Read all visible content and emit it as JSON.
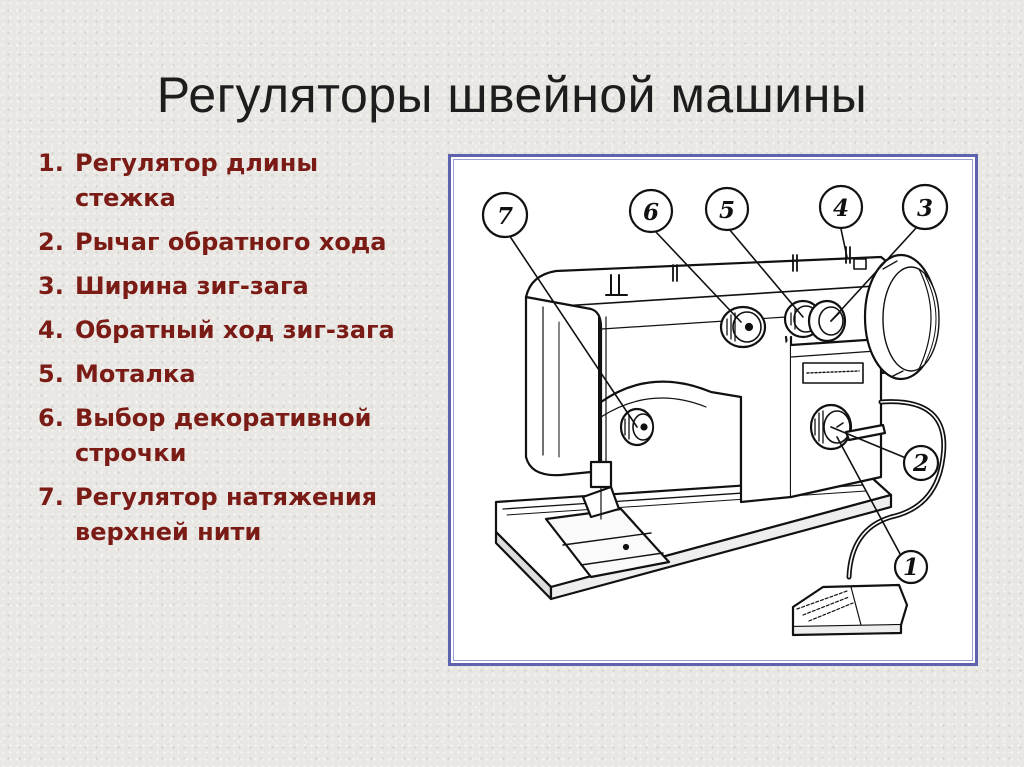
{
  "slide": {
    "title": "Регуляторы швейной машины"
  },
  "legend": [
    {
      "num": "1.",
      "text": "Регулятор длины стежка"
    },
    {
      "num": "2.",
      "text": "Рычаг обратного хода"
    },
    {
      "num": "3.",
      "text": "Ширина зиг-зага"
    },
    {
      "num": "4.",
      "text": "Обратный ход зиг-зага"
    },
    {
      "num": "5.",
      "text": "Моталка"
    },
    {
      "num": "6.",
      "text": "Выбор декоративной строчки"
    },
    {
      "num": "7.",
      "text": "Регулятор натяжения верхней нити"
    }
  ],
  "figure": {
    "callouts": {
      "c1": "1",
      "c2": "2",
      "c3": "3",
      "c4": "4",
      "c5": "5",
      "c6": "6",
      "c7": "7"
    },
    "colors": {
      "frame": "#5e63b0",
      "legend_text": "#7b1b16",
      "title_text": "#1d1d1d"
    }
  }
}
